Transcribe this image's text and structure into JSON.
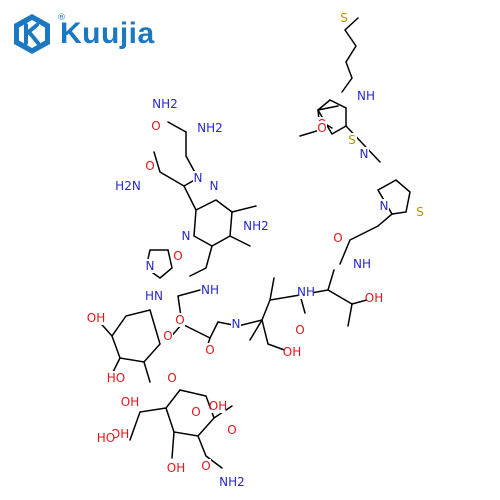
{
  "brand": {
    "name": "Kuujia",
    "registered": "®",
    "color": "#1d78c2"
  },
  "colors": {
    "bond": "#000000",
    "nitrogen": "#2929c8",
    "oxygen": "#e0161a",
    "sulfur": "#b49a00"
  },
  "atoms": {
    "nh2_top": "NH2",
    "o_top": "O",
    "nh2_mid": "NH2",
    "nh_a": "N",
    "o_amide": "O",
    "nh2_amide": "H2N",
    "pyr_n1": "N",
    "pyr_n2": "N",
    "nh2_pyr": "NH2",
    "o_pyr": "O",
    "imid_n": "N",
    "imid_hn": "HN",
    "nh_b": "NH",
    "o_ring": "O",
    "oh_1": "OH",
    "o_link": "O",
    "o_link2": "O",
    "oh_2": "HO",
    "oh_3": "OH",
    "o_ring2": "O",
    "oh_4": "OH",
    "oh_5": "OH",
    "oh_6": "OH",
    "oh_7": "HO",
    "o_carb": "O",
    "o_carb2": "O",
    "nh2_carb": "NH2",
    "o_c": "O",
    "nh_c": "N",
    "oh_8": "OH",
    "o_d": "O",
    "nh_d": "NH",
    "o_e": "O",
    "oh_9": "OH",
    "nh_e": "NH",
    "o_f": "O",
    "thz1_n": "N",
    "thz1_s": "S",
    "thz2_n": "N",
    "thz2_s": "S",
    "o_g": "O",
    "nh_g": "NH",
    "s_top": "S"
  }
}
